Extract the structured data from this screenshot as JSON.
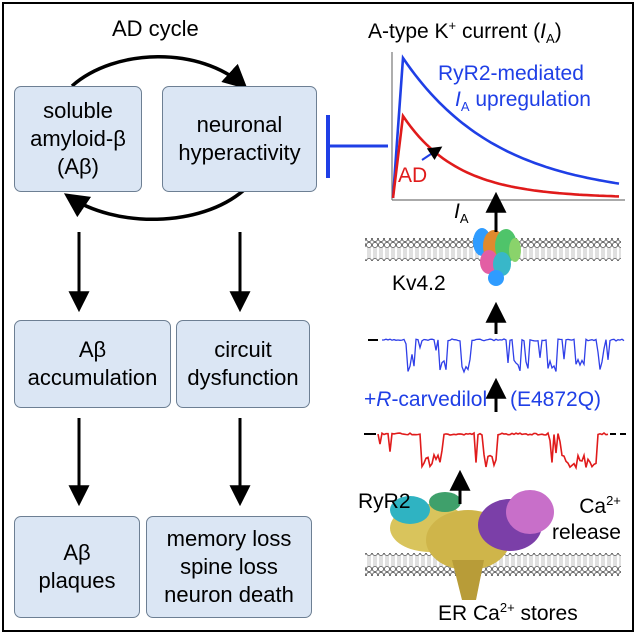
{
  "title": "AD cycle",
  "boxes": {
    "soluble": [
      "soluble",
      "amyloid-β",
      "(Aβ)"
    ],
    "hyper": [
      "neuronal",
      "hyperactivity"
    ],
    "accum": [
      "Aβ",
      "accumulation"
    ],
    "circuit": [
      "circuit",
      "dysfunction"
    ],
    "plaques": [
      "Aβ",
      "plaques"
    ],
    "memory": [
      "memory loss",
      "spine loss",
      "neuron death"
    ]
  },
  "chart": {
    "title_main": "A-type K",
    "title_sup": "+",
    "title_rest": " current (",
    "title_sym": "I",
    "title_sub": "A",
    "title_close": ")",
    "blue_label_1": "RyR2-mediated",
    "blue_label_2_sym": "I",
    "blue_label_2_sub": "A",
    "blue_label_2_rest": " upregulation",
    "red_label": "AD",
    "colors": {
      "blue": "#1f3fe6",
      "red": "#e01b1b"
    }
  },
  "pathway": {
    "ia_sym": "I",
    "ia_sub": "A",
    "kv": "Kv4.2",
    "carvedilol_prefix": "+",
    "carvedilol_R": "R",
    "carvedilol_rest": "-carvedilol",
    "mutant": "(E4872Q)",
    "ryr2": "RyR2",
    "ca_release_1": "Ca",
    "ca_release_sup": "2+",
    "ca_release_2": "release",
    "er_1": "ER Ca",
    "er_sup": "2+",
    "er_2": " stores"
  }
}
